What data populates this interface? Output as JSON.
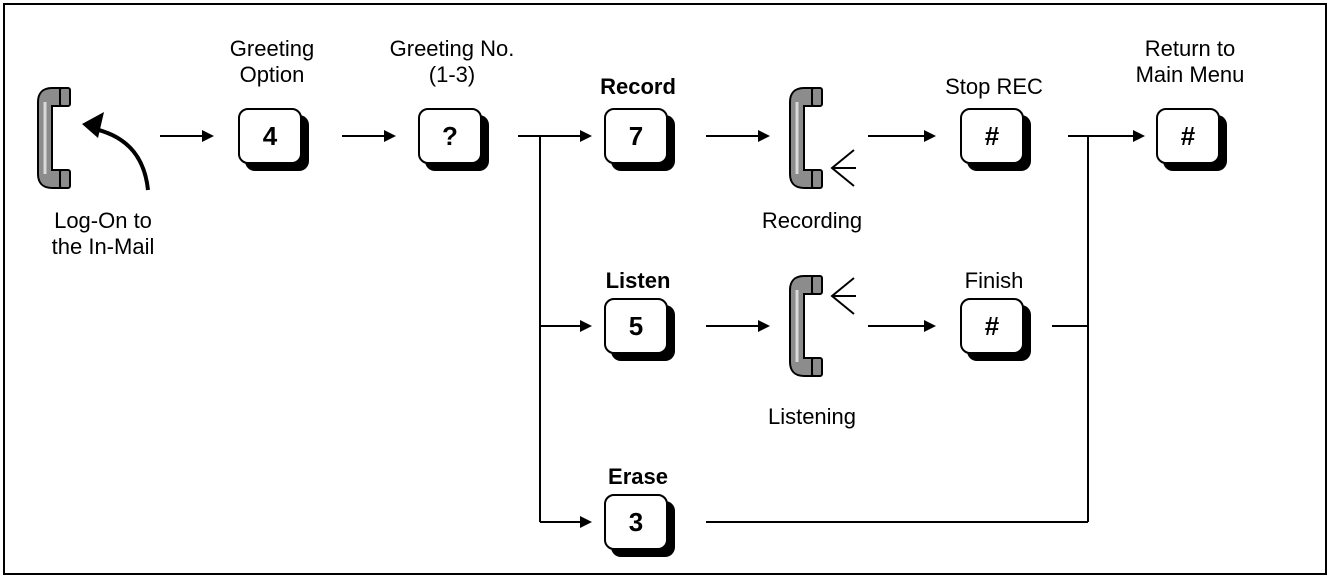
{
  "labels": {
    "greeting_option": [
      "Greeting",
      "Option"
    ],
    "greeting_no": [
      "Greeting No.",
      "(1-3)"
    ],
    "record": "Record",
    "stop_rec": "Stop REC",
    "return_main": [
      "Return to",
      "Main Menu"
    ],
    "logon": [
      "Log-On to",
      "the In-Mail"
    ],
    "recording": "Recording",
    "listen": "Listen",
    "finish": "Finish",
    "listening": "Listening",
    "erase": "Erase"
  },
  "keys": {
    "greeting_option": "4",
    "greeting_no": "?",
    "record": "7",
    "stop_rec": "#",
    "return_main": "#",
    "listen": "5",
    "finish": "#",
    "erase": "3"
  },
  "icons": {
    "start_handset": "handset-icon",
    "logon_arrow": "curved-arrow-icon",
    "record_handset": "handset-recording-icon",
    "listen_handset": "handset-listening-icon"
  },
  "colors": {
    "handset_fill": "#8c8c8c",
    "handset_highlight": "#d9d9d9"
  }
}
